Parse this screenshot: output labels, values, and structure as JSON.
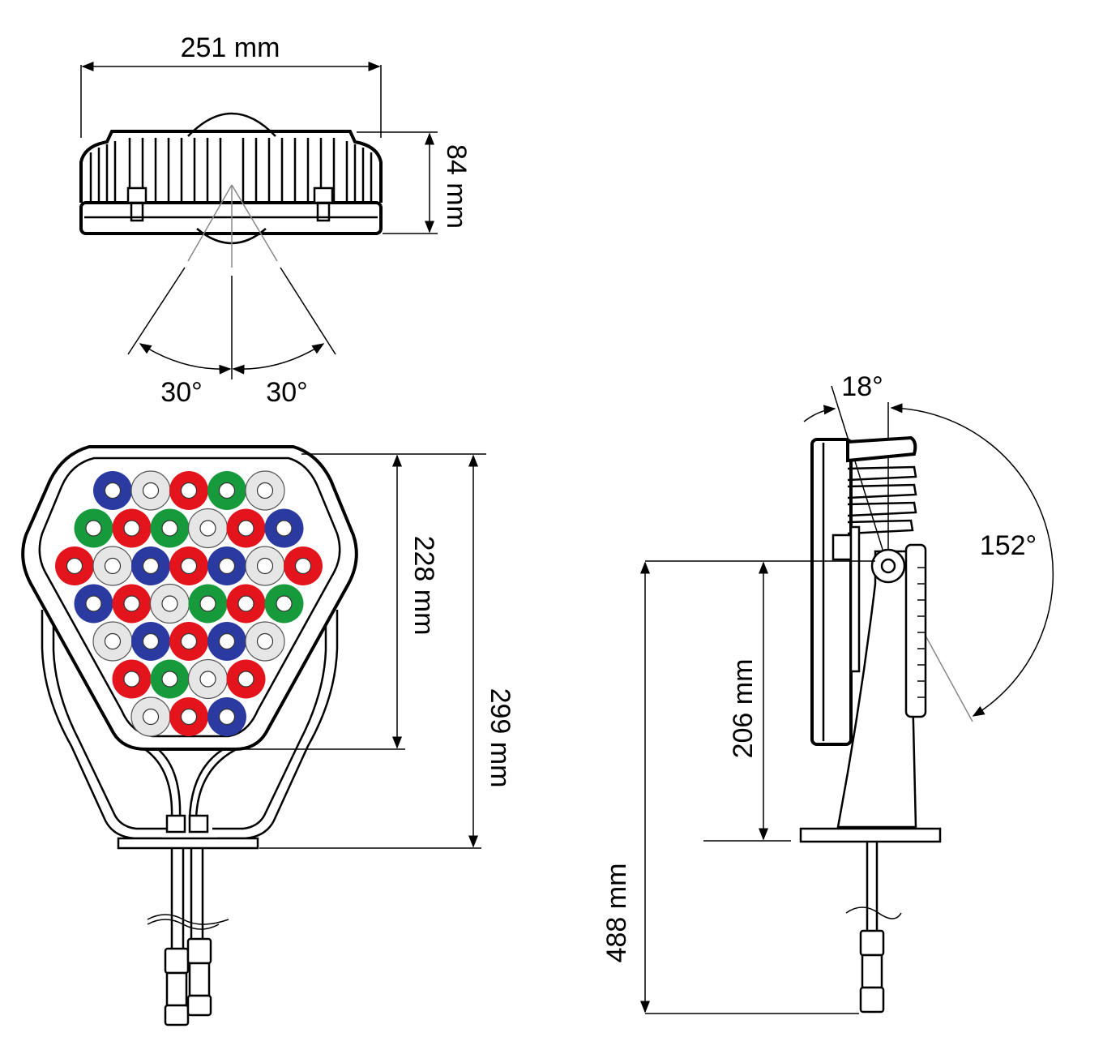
{
  "dimensions": {
    "top_width": "251 mm",
    "top_height": "84 mm",
    "beam_left": "30°",
    "beam_right": "30°",
    "front_inner_height": "228 mm",
    "front_total_height": "299 mm",
    "side_tilt_small": "18°",
    "side_tilt_large": "152°",
    "side_pivot_height": "206 mm",
    "side_total_height": "488 mm"
  },
  "led_rows": [
    [
      "blue",
      "white",
      "red",
      "green",
      "white"
    ],
    [
      "green",
      "red",
      "green",
      "white",
      "red",
      "blue"
    ],
    [
      "red",
      "white",
      "blue",
      "red",
      "blue",
      "white",
      "red"
    ],
    [
      "blue",
      "red",
      "white",
      "green",
      "red",
      "green"
    ],
    [
      "white",
      "blue",
      "red",
      "blue",
      "white"
    ],
    [
      "red",
      "green",
      "white",
      "red"
    ],
    [
      "white",
      "red",
      "blue"
    ]
  ],
  "colors": {
    "red": "#e3141c",
    "green": "#179a3b",
    "blue": "#2b3aa0",
    "white": "#e6e6e6"
  }
}
